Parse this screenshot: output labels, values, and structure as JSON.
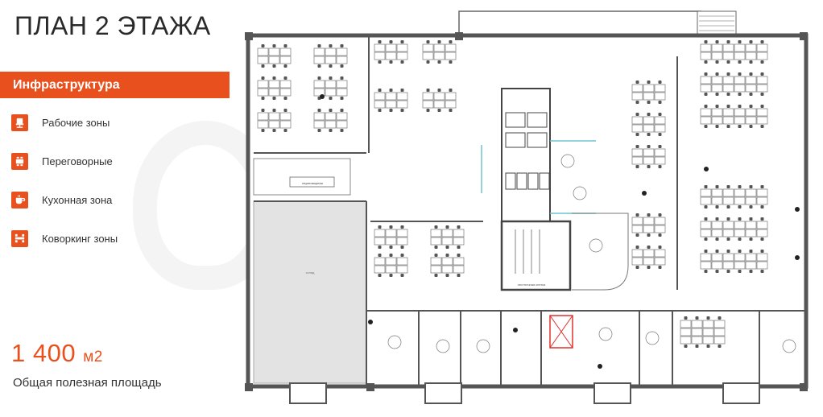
{
  "header": {
    "title": "ПЛАН 2 ЭТАЖА"
  },
  "legend": {
    "heading": "Инфраструктура",
    "items": [
      {
        "label": "Рабочие зоны",
        "icon": "office-chair-icon"
      },
      {
        "label": "Переговорные",
        "icon": "meeting-table-icon"
      },
      {
        "label": "Кухонная зона",
        "icon": "coffee-icon"
      },
      {
        "label": "Коворкинг зоны",
        "icon": "coworking-icon"
      }
    ]
  },
  "area": {
    "value": "1 400",
    "unit": "м2",
    "caption": "Общая полезная площадь"
  },
  "plan_labels": {
    "meeting_room": "переговорная",
    "storage": "склад",
    "stairs": "лестничная клетка"
  },
  "colors": {
    "accent": "#e8501e",
    "wall": "#555555",
    "glass": "#6fc3cf",
    "hatch": "#e3e3e3"
  }
}
